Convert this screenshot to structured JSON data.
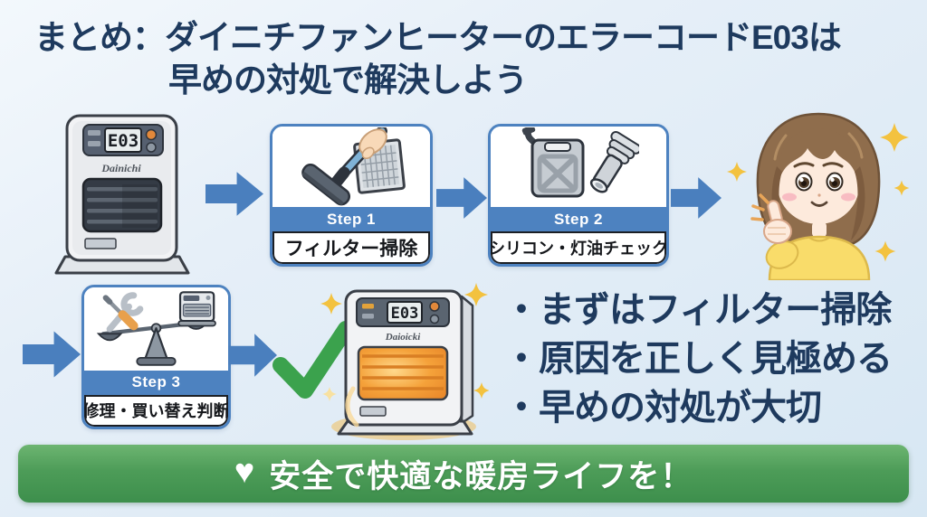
{
  "title": {
    "line1": "まとめ：ダイニチファンヒーターのエラーコードE03は",
    "line2": "早めの対処で解決しよう"
  },
  "flow": {
    "heater_error": {
      "display": "E03",
      "brand": "Dainichi"
    },
    "steps": [
      {
        "label": "Step 1",
        "caption": "フィルター掃除"
      },
      {
        "label": "Step 2",
        "caption": "シリコン・灯油チェック"
      },
      {
        "label": "Step 3",
        "caption": "修理・買い替え判断"
      }
    ],
    "heater_ok": {
      "display": "E03",
      "brand": "Daioicki"
    }
  },
  "summary_bullets": {
    "b1": "・まずはフィルター掃除",
    "b2": "・原因を正しく見極める",
    "b3": "・早めの対処が大切"
  },
  "banner": {
    "heart": "♥",
    "text": "安全で快適な暖房ライフを！"
  },
  "colors": {
    "title_navy": "#1e3a5e",
    "accent_blue": "#4a7fbe",
    "banner_green": "#3d8f4c",
    "check_green": "#3ba24d",
    "sparkle_yellow": "#f3c23f"
  }
}
